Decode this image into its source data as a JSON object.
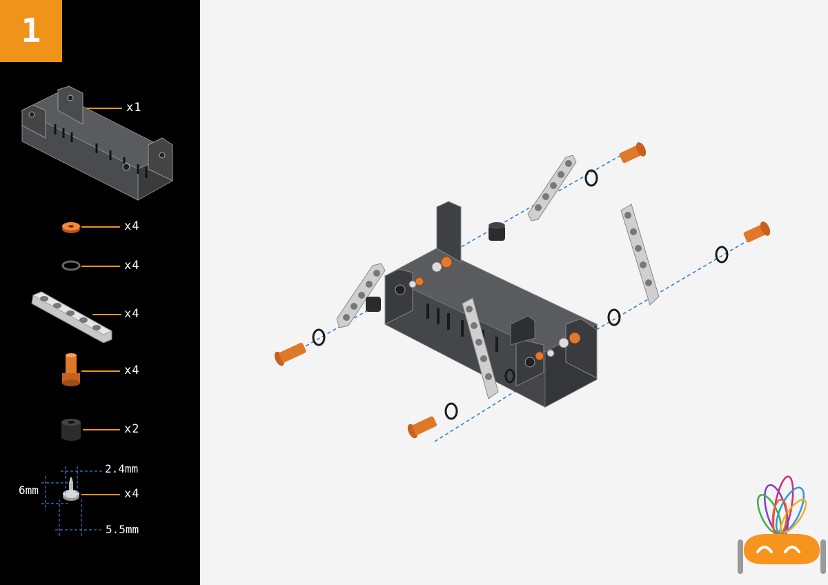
{
  "step": {
    "number": "1"
  },
  "parts": [
    {
      "name": "frame",
      "qty": "x1"
    },
    {
      "name": "copper-washer",
      "qty": "x4"
    },
    {
      "name": "o-ring",
      "qty": "x4"
    },
    {
      "name": "beam",
      "qty": "x4"
    },
    {
      "name": "pin",
      "qty": "x4"
    },
    {
      "name": "spacer",
      "qty": "x2"
    },
    {
      "name": "screw",
      "qty": "x4"
    }
  ],
  "screw_dims": {
    "length": "6mm",
    "thread": "2.4mm",
    "head": "5.5mm"
  },
  "colors": {
    "accent": "#f0931b",
    "sidebar": "#000000",
    "canvas": "#f4f4f4",
    "frame": "#3a3b3d"
  }
}
